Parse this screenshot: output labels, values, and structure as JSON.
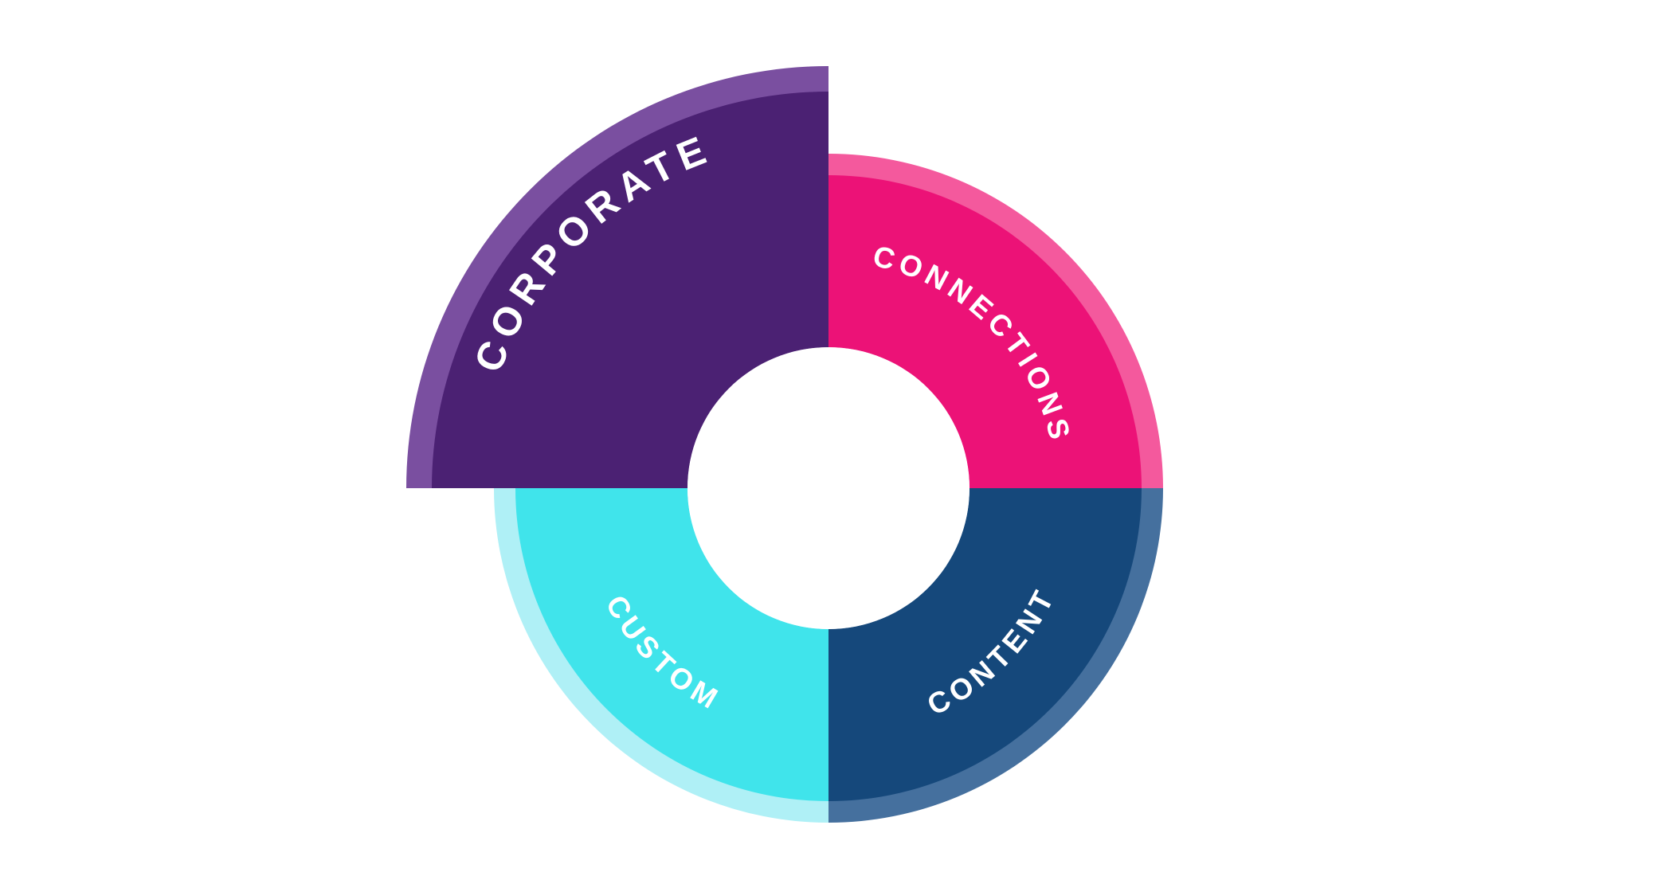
{
  "diagram": {
    "type": "donut-quadrant-diagram",
    "background_color": "#ffffff",
    "label_color": "#ffffff",
    "segments": [
      {
        "label": "CORPORATE",
        "position": "top-left",
        "color": "#4B2173",
        "rim_color": "#7A4FA0",
        "emphasis": "large"
      },
      {
        "label": "CONNECTIONS",
        "position": "top-right",
        "color": "#EC1277",
        "rim_color": "#F4599D",
        "emphasis": "normal"
      },
      {
        "label": "CUSTOM",
        "position": "bottom-left",
        "color": "#40E4EB",
        "rim_color": "#AFF0F6",
        "emphasis": "normal"
      },
      {
        "label": "CONTENT",
        "position": "bottom-right",
        "color": "#15487B",
        "rim_color": "#45709E",
        "emphasis": "normal"
      }
    ]
  }
}
